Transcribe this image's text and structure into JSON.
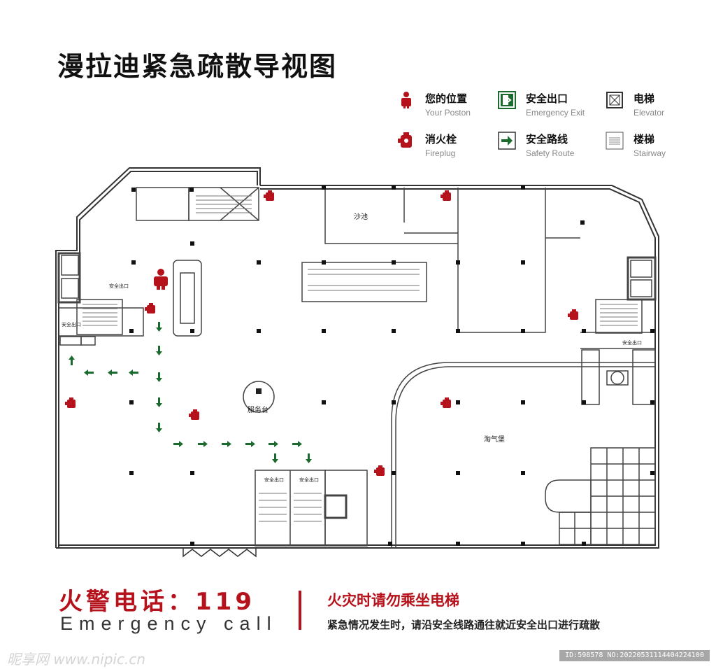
{
  "title": "漫拉迪紧急疏散导视图",
  "legend": {
    "your_position": {
      "cn": "您的位置",
      "en": "Your Poston",
      "icon": "person-icon"
    },
    "emergency_exit": {
      "cn": "安全出口",
      "en": "Emergency Exit",
      "icon": "exit-icon"
    },
    "elevator": {
      "cn": "电梯",
      "en": "Elevator",
      "icon": "elevator-icon"
    },
    "fireplug": {
      "cn": "消火栓",
      "en": "Fireplug",
      "icon": "fire-hydrant-icon"
    },
    "safety_route": {
      "cn": "安全路线",
      "en": "Safety Route",
      "icon": "arrow-right-icon"
    },
    "stairway": {
      "cn": "楼梯",
      "en": "Stairway",
      "icon": "stairs-icon"
    }
  },
  "map_labels": {
    "sand_pool": "沙池",
    "service_desk": "服务台",
    "playground": "淘气堡",
    "exit": "安全出口"
  },
  "footer": {
    "phone": "火警电话：119",
    "phone_en": "Emergency call",
    "notice_title": "火灾时请勿乘坐电梯",
    "notice_text": "紧急情况发生时，请沿安全线路通往就近安全出口进行疏散"
  },
  "watermark": {
    "site": "昵享网 www.nipic.cn",
    "id": "ID:598578 NO:20220531114404224100"
  },
  "colors": {
    "red": "#b5121b",
    "green": "#1b6b2f",
    "wall": "#333333"
  }
}
